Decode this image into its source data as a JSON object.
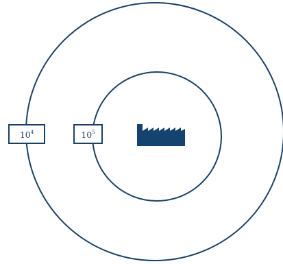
{
  "diagram": {
    "outer_label": {
      "base": "10",
      "exponent": "4"
    },
    "inner_label": {
      "base": "10",
      "exponent": "5"
    },
    "center_icon": "factory-icon",
    "colors": {
      "ring_stroke": "#1b4066",
      "icon_fill": "#13436e",
      "label_text": "#1b4066"
    }
  }
}
